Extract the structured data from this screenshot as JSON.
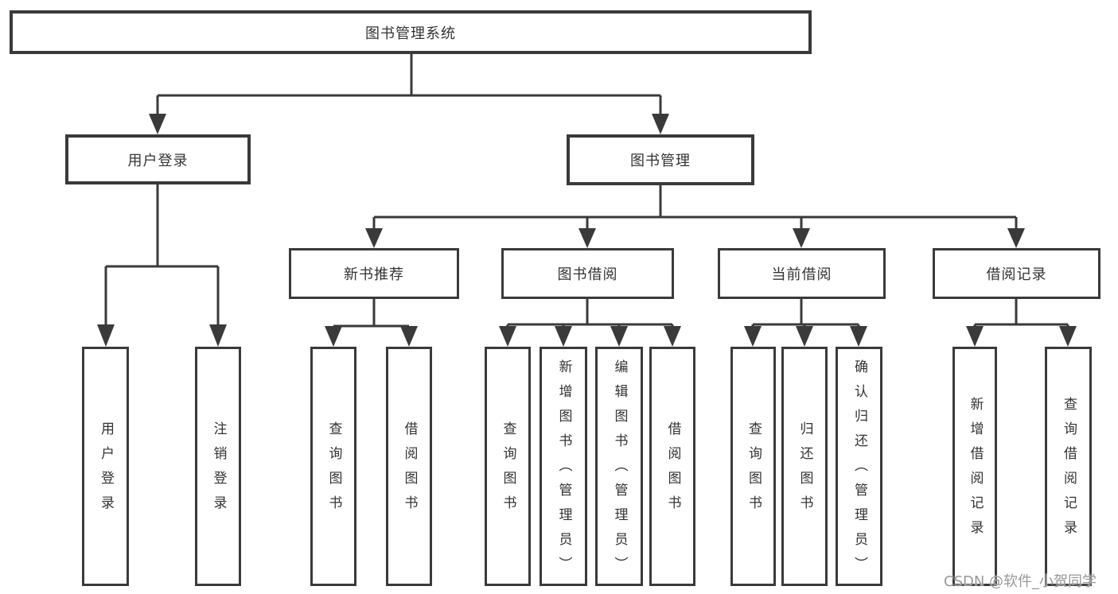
{
  "diagram": {
    "root": "图书管理系统",
    "branches": {
      "user_login": "用户登录",
      "book_mgmt": "图书管理"
    },
    "modules": {
      "new_books": "新书推荐",
      "borrowing": "图书借阅",
      "current": "当前借阅",
      "records": "借阅记录"
    },
    "leaves": {
      "user_login": "用户登录",
      "logout": "注销登录",
      "nb_query": "查询图书",
      "nb_borrow": "借阅图书",
      "bw_query": "查询图书",
      "bw_add": "新增图书（管理员）",
      "bw_edit": "编辑图书（管理员）",
      "bw_borrow": "借阅图书",
      "cur_query": "查询图书",
      "cur_return": "归还图书",
      "cur_confirm": "确认归还（管理员）",
      "rec_add": "新增借阅记录",
      "rec_query": "查询借阅记录"
    }
  },
  "watermark": "CSDN @软件_小贺同学",
  "colors": {
    "line": "#3a3a3a",
    "text": "#333333",
    "watermark": "#989898",
    "background": "#ffffff"
  }
}
